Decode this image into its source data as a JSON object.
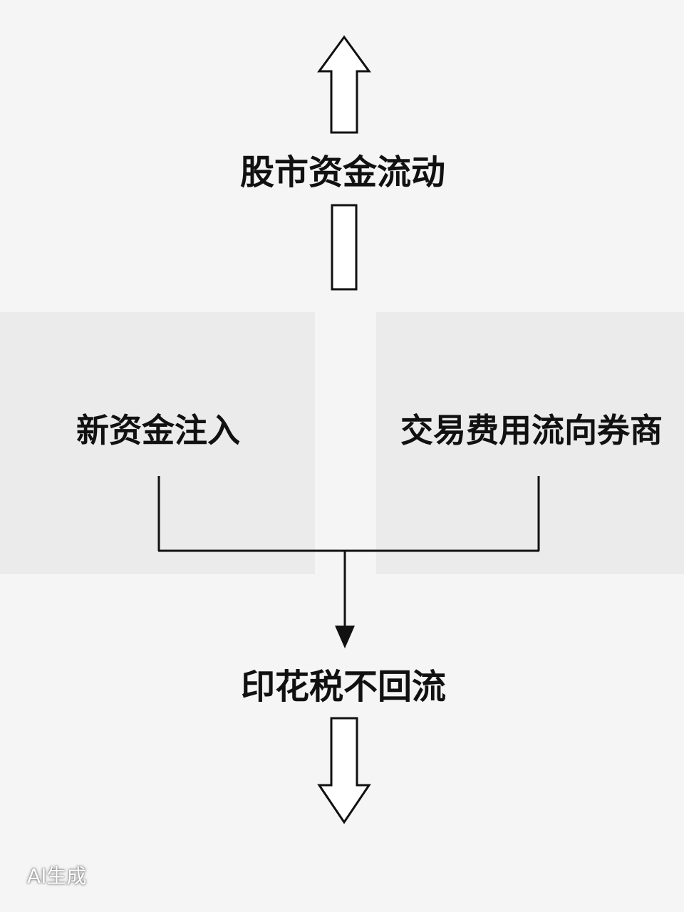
{
  "diagram": {
    "top_label": "股市资金流动",
    "left_box_label": "新资金注入",
    "right_box_label": "交易费用流向券商",
    "bottom_label": "印花税不回流"
  },
  "watermark": "AI生成",
  "colors": {
    "background": "#f5f5f5",
    "panel": "#ebebeb",
    "stroke": "#111111",
    "text": "#111111"
  }
}
